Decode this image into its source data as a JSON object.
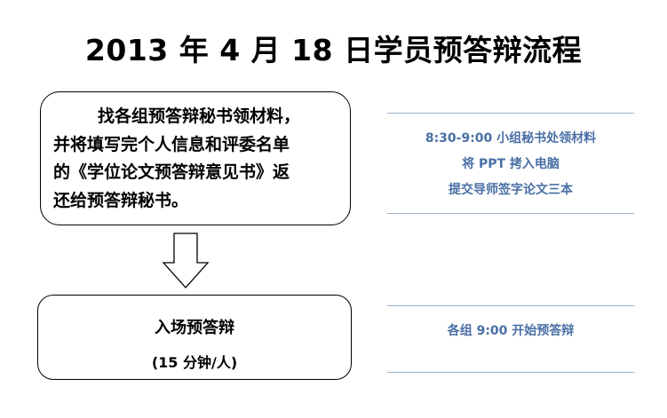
{
  "title": "2013 年 4 月 18 日学员预答辩流程",
  "step1": {
    "lines": [
      "找各组预答辩秘书领材料，",
      "并将填写完个人信息和评委名单",
      "的《学位论文预答辩意见书》返",
      "还给预答辩秘书。"
    ]
  },
  "step2": {
    "title": "入场预答辩",
    "detail": "(15 分钟/人)"
  },
  "note1": {
    "lines": [
      "8:30-9:00 小组秘书处领材料",
      "将 PPT 拷入电脑",
      "提交导师签字论文三本"
    ]
  },
  "note2": {
    "text": "各组 9:00 开始预答辩"
  },
  "colors": {
    "note_text": "#4a6fa5",
    "note_rule": "#9ab3cc",
    "box_border": "#000000"
  }
}
